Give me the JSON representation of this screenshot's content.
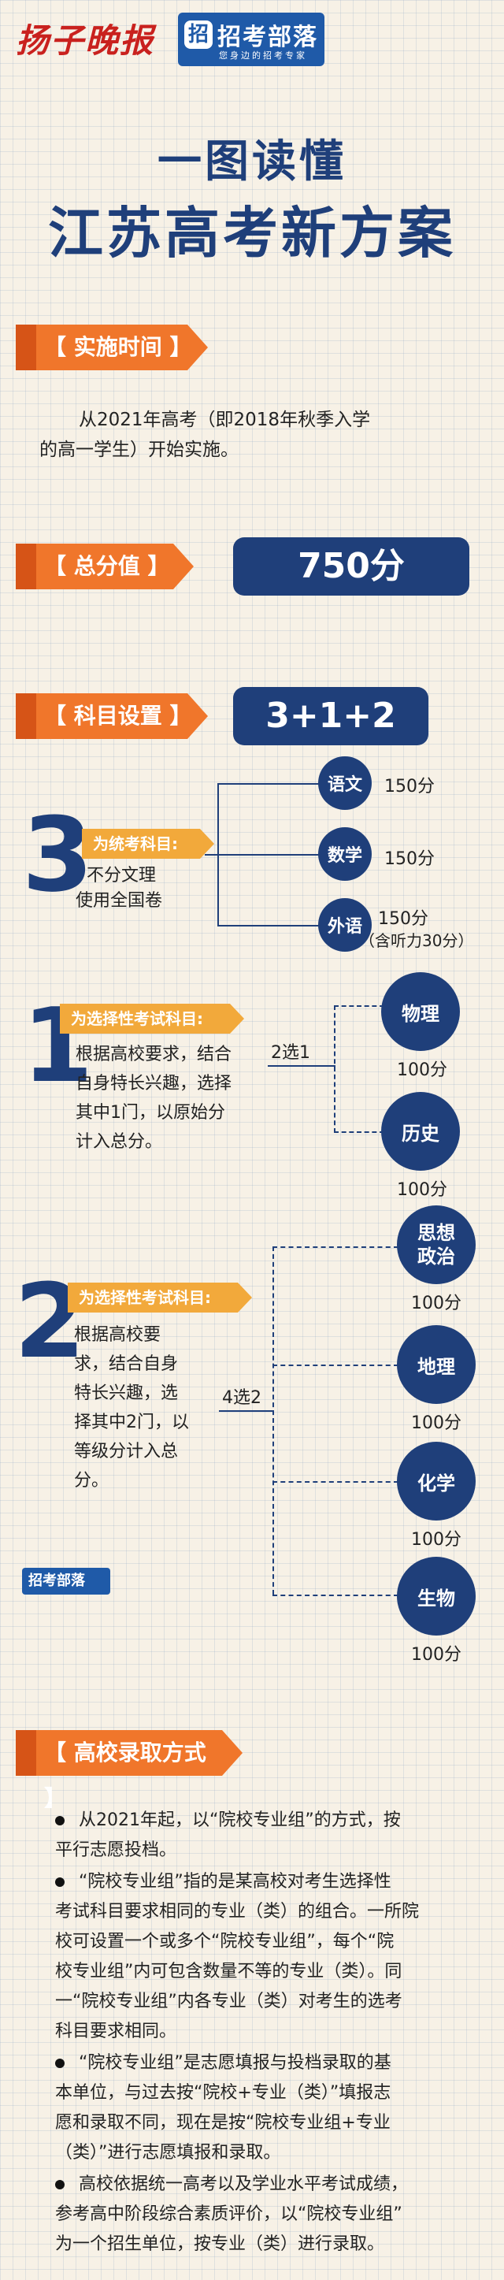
{
  "header": {
    "newspaper_name": "扬子晚报",
    "logo_icon": "招",
    "logo_name": "招考部落",
    "logo_slogan": "您身边的招考专家"
  },
  "title": {
    "line1": "一图读懂",
    "line2": "江苏高考新方案"
  },
  "implementation": {
    "tag": "【 实施时间 】",
    "text_line1": "从2021年高考（即2018年秋季入学",
    "text_line2": "的高一学生）开始实施。"
  },
  "total": {
    "tag": "【 总分值 】",
    "value": "750分"
  },
  "subjects": {
    "tag": "【 科目设置 】",
    "formula": "3+1+2",
    "group3": {
      "number": "3",
      "label": "为统考科目:",
      "note_line1": "不分文理",
      "note_line2": "使用全国卷",
      "items": [
        {
          "name": "语文",
          "score": "150分"
        },
        {
          "name": "数学",
          "score": "150分"
        },
        {
          "name": "外语",
          "score": "150分",
          "note": "（含听力30分）"
        }
      ]
    },
    "group1": {
      "number": "1",
      "label": "为选择性考试科目:",
      "desc": [
        "根据高校要求，结合",
        "自身特长兴趣，选择",
        "其中1门，以原始分",
        "计入总分。"
      ],
      "choice": "2选1",
      "items": [
        {
          "name": "物理",
          "score": "100分"
        },
        {
          "name": "历史",
          "score": "100分"
        }
      ]
    },
    "group2": {
      "number": "2",
      "label": "为选择性考试科目:",
      "desc": [
        "根据高校要",
        "求，结合自身",
        "特长兴趣，选",
        "择其中2门，以",
        "等级分计入总",
        "分。"
      ],
      "choice": "4选2",
      "items": [
        {
          "name_line1": "思想",
          "name_line2": "政治",
          "score": "100分"
        },
        {
          "name_line1": "地理",
          "name_line2": "",
          "score": "100分"
        },
        {
          "name_line1": "化学",
          "name_line2": "",
          "score": "100分"
        },
        {
          "name_line1": "生物",
          "name_line2": "",
          "score": "100分"
        }
      ]
    },
    "watermark": "招考部落"
  },
  "admission": {
    "tag": "【 高校录取方式 】",
    "paragraphs": [
      [
        "从2021年起，以“院校专业组”的方式，按",
        "平行志愿投档。"
      ],
      [
        "“院校专业组”指的是某高校对考生选择性",
        "考试科目要求相同的专业（类）的组合。一所院",
        "校可设置一个或多个“院校专业组”，每个“院",
        "校专业组”内可包含数量不等的专业（类）。同",
        "一“院校专业组”内各专业（类）对考生的选考",
        "科目要求相同。"
      ],
      [
        "“院校专业组”是志愿填报与投档录取的基",
        "本单位，与过去按“院校+专业（类）”填报志",
        "愿和录取不同，现在是按“院校专业组+专业",
        "（类）”进行志愿填报和录取。"
      ],
      [
        "高校依据统一高考以及学业水平考试成绩，",
        "参考高中阶段综合素质评价，以“院校专业组”",
        "为一个招生单位，按专业（类）进行录取。"
      ]
    ]
  },
  "colors": {
    "navy": "#1f3f7a",
    "orange": "#f0762b",
    "amber": "#f2a93b",
    "red": "#c9211e"
  }
}
